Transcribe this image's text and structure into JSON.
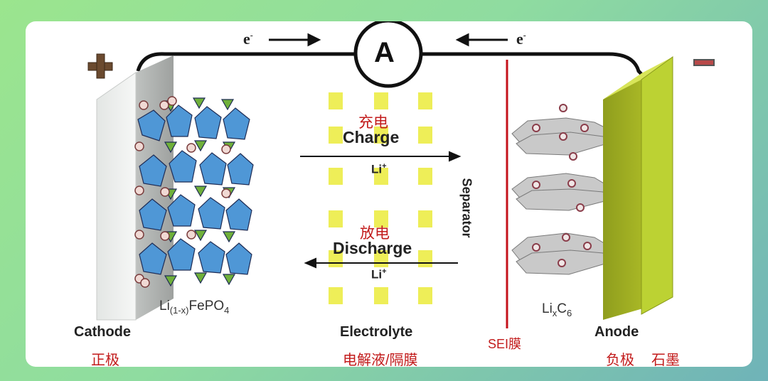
{
  "electron_left": "e",
  "electron_right": "e",
  "electron_charge": "-",
  "ammeter": "A",
  "cathode_label": "Cathode",
  "cathode_cn": "正极",
  "cathode_material": {
    "base": "Li",
    "sub": "(1-x)",
    "rest": "FePO",
    "sub2": "4"
  },
  "charge_cn": "充电",
  "charge_en": "Charge",
  "discharge_cn": "放电",
  "discharge_en": "Discharge",
  "ion": "Li",
  "ion_charge": "+",
  "separator": "Separator",
  "electrolyte_label": "Electrolyte",
  "electrolyte_cn": "电解液/隔膜",
  "sei": "SEI膜",
  "anode_material": {
    "base": "Li",
    "sub": "x",
    "rest": "C",
    "sub2": "6"
  },
  "anode_label": "Anode",
  "anode_cn": "负极",
  "graphite_cn": "石墨",
  "colors": {
    "octahedron": "#4f97d6",
    "tetrahedron": "#6fb03a",
    "anode_plate": "#bcd233",
    "separator_dots": "#eeee58",
    "sei_line": "#c4121b"
  }
}
